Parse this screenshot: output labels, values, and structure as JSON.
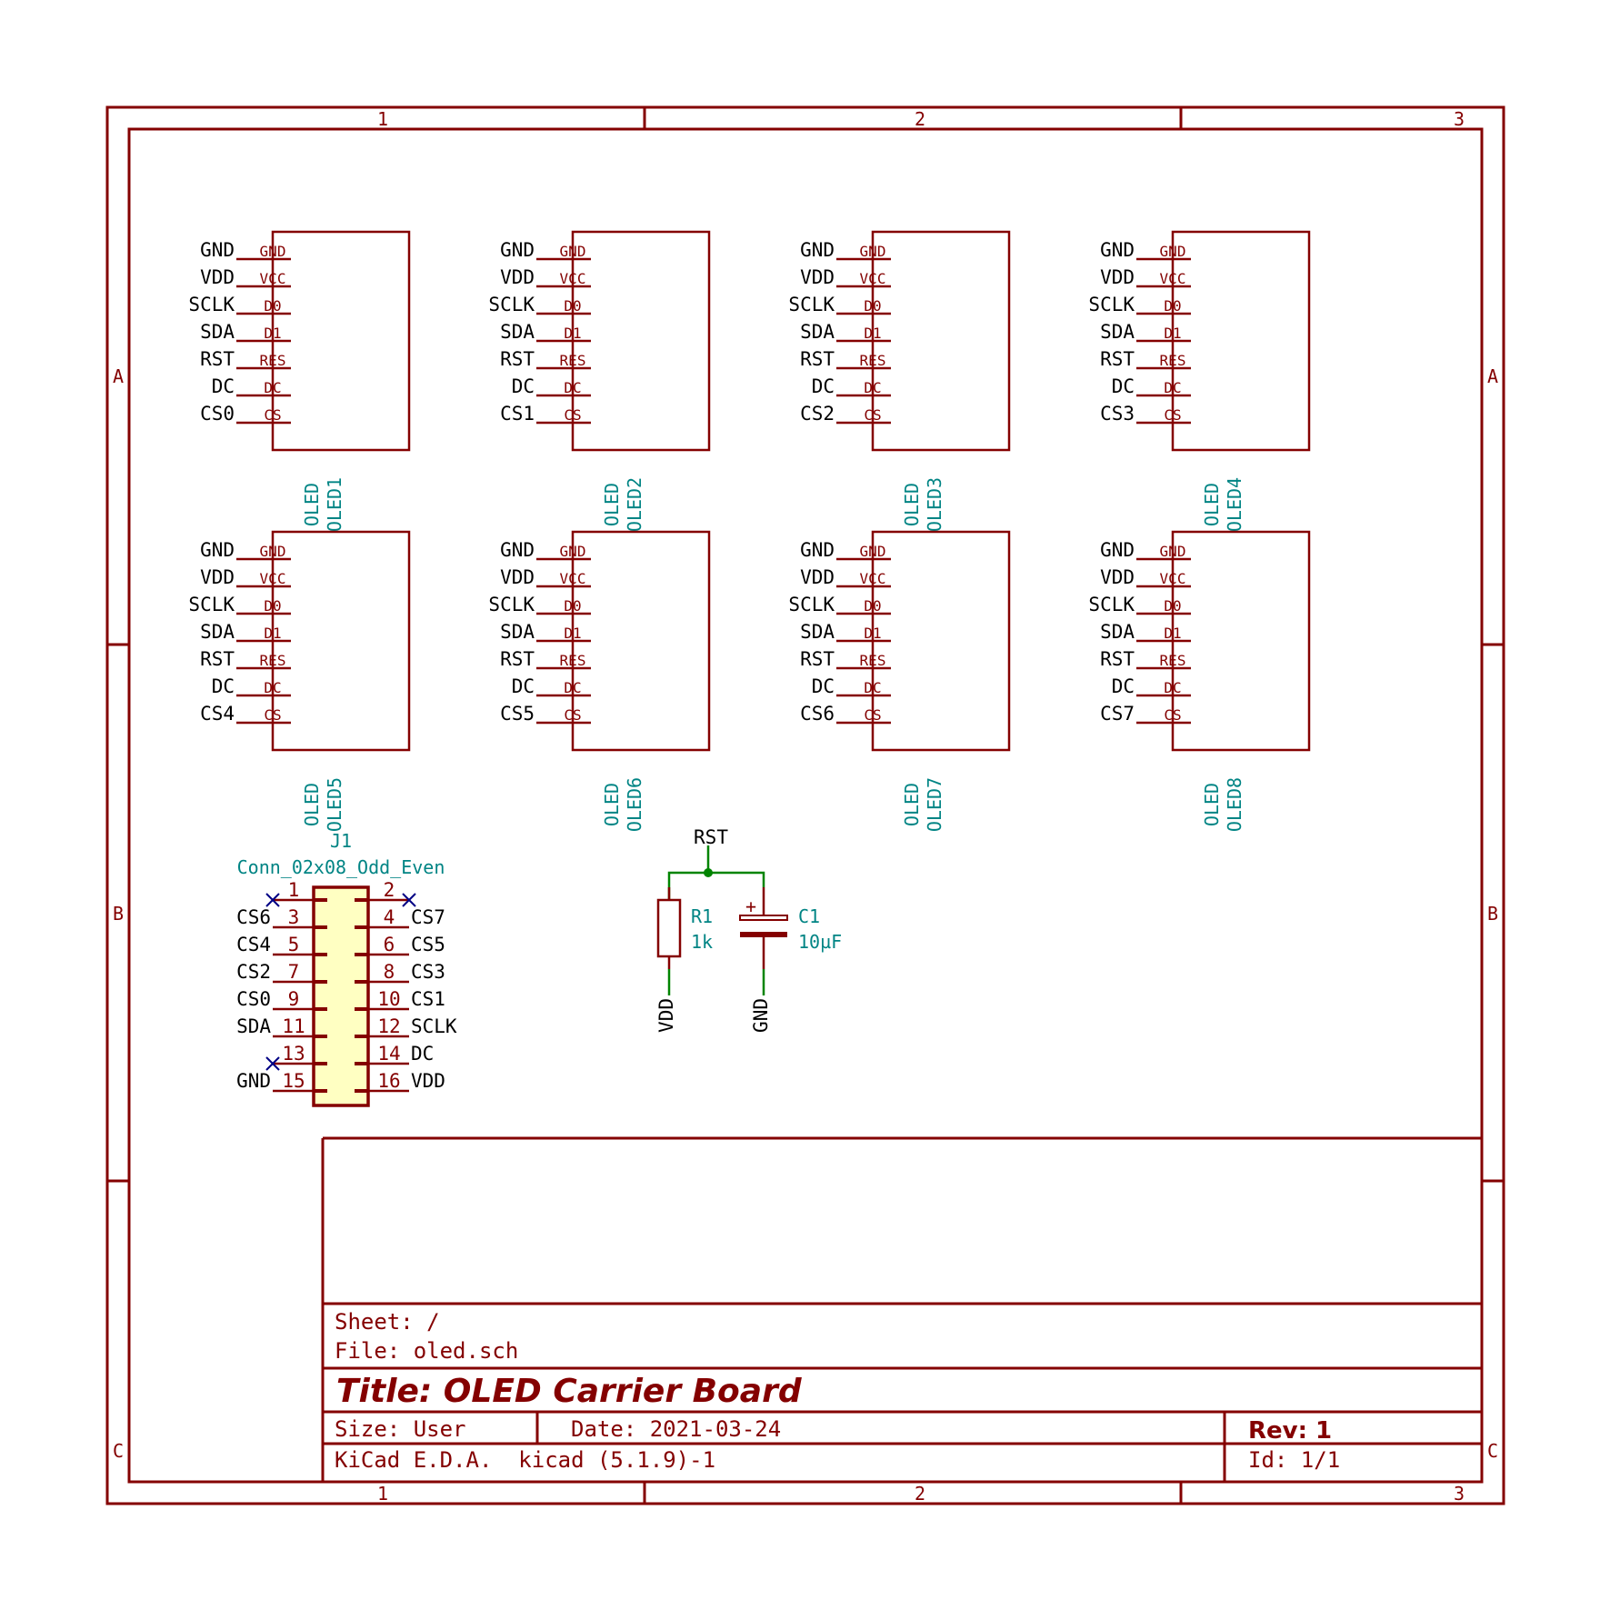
{
  "colors": {
    "frame": "#840000",
    "symbol": "#840000",
    "reference": "#008484",
    "wire": "#008400",
    "net_label": "#000000",
    "no_connect": "#000084",
    "connector_fill": "#ffffc2"
  },
  "frame": {
    "columns": [
      "1",
      "2",
      "3"
    ],
    "rows": [
      "A",
      "B",
      "C"
    ]
  },
  "oled_pins": [
    "GND",
    "VCC",
    "D0",
    "D1",
    "RES",
    "DC",
    "CS"
  ],
  "oled_modules": [
    {
      "ref": "OLED1",
      "value": "OLED",
      "nets": [
        "GND",
        "VDD",
        "SCLK",
        "SDA",
        "RST",
        "DC",
        "CS0"
      ]
    },
    {
      "ref": "OLED2",
      "value": "OLED",
      "nets": [
        "GND",
        "VDD",
        "SCLK",
        "SDA",
        "RST",
        "DC",
        "CS1"
      ]
    },
    {
      "ref": "OLED3",
      "value": "OLED",
      "nets": [
        "GND",
        "VDD",
        "SCLK",
        "SDA",
        "RST",
        "DC",
        "CS2"
      ]
    },
    {
      "ref": "OLED4",
      "value": "OLED",
      "nets": [
        "GND",
        "VDD",
        "SCLK",
        "SDA",
        "RST",
        "DC",
        "CS3"
      ]
    },
    {
      "ref": "OLED5",
      "value": "OLED",
      "nets": [
        "GND",
        "VDD",
        "SCLK",
        "SDA",
        "RST",
        "DC",
        "CS4"
      ]
    },
    {
      "ref": "OLED6",
      "value": "OLED",
      "nets": [
        "GND",
        "VDD",
        "SCLK",
        "SDA",
        "RST",
        "DC",
        "CS5"
      ]
    },
    {
      "ref": "OLED7",
      "value": "OLED",
      "nets": [
        "GND",
        "VDD",
        "SCLK",
        "SDA",
        "RST",
        "DC",
        "CS6"
      ]
    },
    {
      "ref": "OLED8",
      "value": "OLED",
      "nets": [
        "GND",
        "VDD",
        "SCLK",
        "SDA",
        "RST",
        "DC",
        "CS7"
      ]
    }
  ],
  "connector": {
    "ref": "J1",
    "value": "Conn_02x08_Odd_Even",
    "left_pins": [
      {
        "num": "1",
        "net": "",
        "no_connect": true
      },
      {
        "num": "3",
        "net": "CS6"
      },
      {
        "num": "5",
        "net": "CS4"
      },
      {
        "num": "7",
        "net": "CS2"
      },
      {
        "num": "9",
        "net": "CS0"
      },
      {
        "num": "11",
        "net": "SDA"
      },
      {
        "num": "13",
        "net": "",
        "no_connect": true
      },
      {
        "num": "15",
        "net": "GND"
      }
    ],
    "right_pins": [
      {
        "num": "2",
        "net": "",
        "no_connect": true
      },
      {
        "num": "4",
        "net": "CS7"
      },
      {
        "num": "6",
        "net": "CS5"
      },
      {
        "num": "8",
        "net": "CS3"
      },
      {
        "num": "10",
        "net": "CS1"
      },
      {
        "num": "12",
        "net": "SCLK"
      },
      {
        "num": "14",
        "net": "DC"
      },
      {
        "num": "16",
        "net": "VDD"
      }
    ]
  },
  "reset_circuit": {
    "net_top": "RST",
    "resistor": {
      "ref": "R1",
      "value": "1k",
      "net_bottom": "VDD"
    },
    "capacitor": {
      "ref": "C1",
      "value": "10µF",
      "polarity": "+",
      "net_bottom": "GND"
    }
  },
  "title_block": {
    "sheet": "Sheet: /",
    "file": "File: oled.sch",
    "title": "Title: OLED Carrier Board",
    "size": "Size: User",
    "date": "Date: 2021-03-24",
    "rev": "Rev: 1",
    "tool": "KiCad E.D.A.  kicad (5.1.9)-1",
    "id": "Id: 1/1"
  }
}
